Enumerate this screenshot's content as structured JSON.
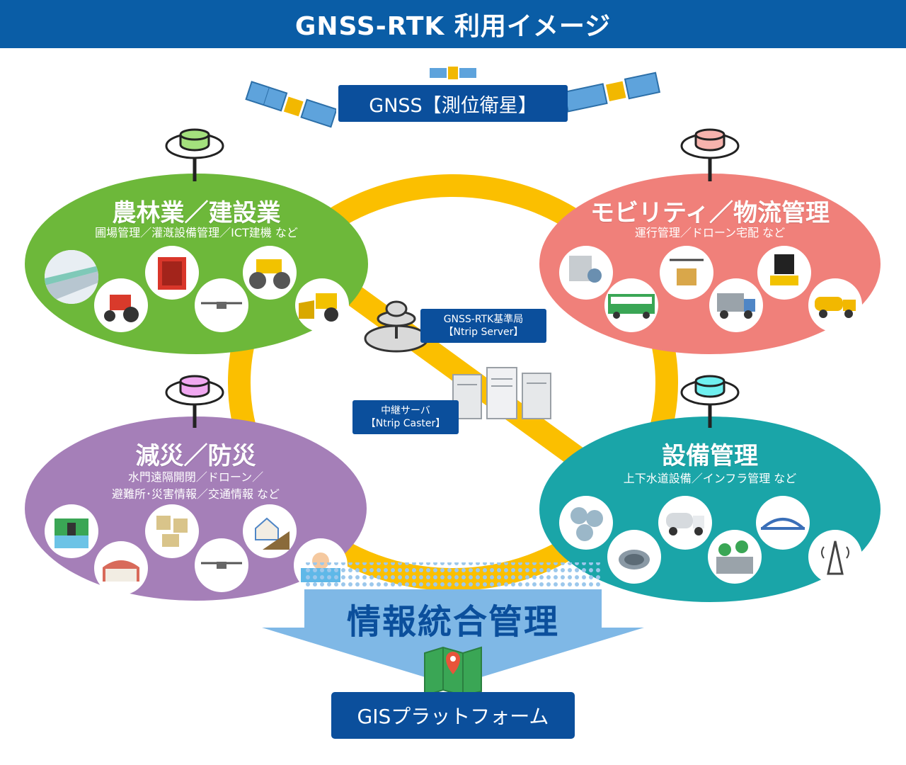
{
  "header": {
    "title": "GNSS-RTK 利用イメージ"
  },
  "gnss": {
    "label": "GNSS【測位衛星】"
  },
  "reference_station": {
    "line1": "GNSS-RTK基準局",
    "line2": "【Ntrip Server】"
  },
  "relay_server": {
    "line1": "中継サーバ",
    "line2": "【Ntrip Caster】"
  },
  "integration": {
    "label": "情報統合管理"
  },
  "gis": {
    "label": "GISプラットフォーム"
  },
  "sectors": {
    "agri": {
      "title": "農林業／建設業",
      "sub1": "圃場管理／灌漑設備管理／ICT建機 など",
      "color": "#6db83a"
    },
    "mobility": {
      "title": "モビリティ／物流管理",
      "sub1": "運行管理／ドローン宅配 など",
      "color": "#f0807a"
    },
    "disaster": {
      "title": "減災／防災",
      "sub1": "水門遠隔開閉／ドローン／",
      "sub2": "避難所･災害情報／交通情報 など",
      "color": "#a57fb8"
    },
    "facility": {
      "title": "設備管理",
      "sub1": "上下水道設備／インフラ管理 など",
      "color": "#1aa5a8"
    }
  },
  "colors": {
    "ring": "#fbbf00",
    "header": "#0a5da6",
    "label": "#0b4f9c",
    "arrow": "#7fb8e6"
  }
}
